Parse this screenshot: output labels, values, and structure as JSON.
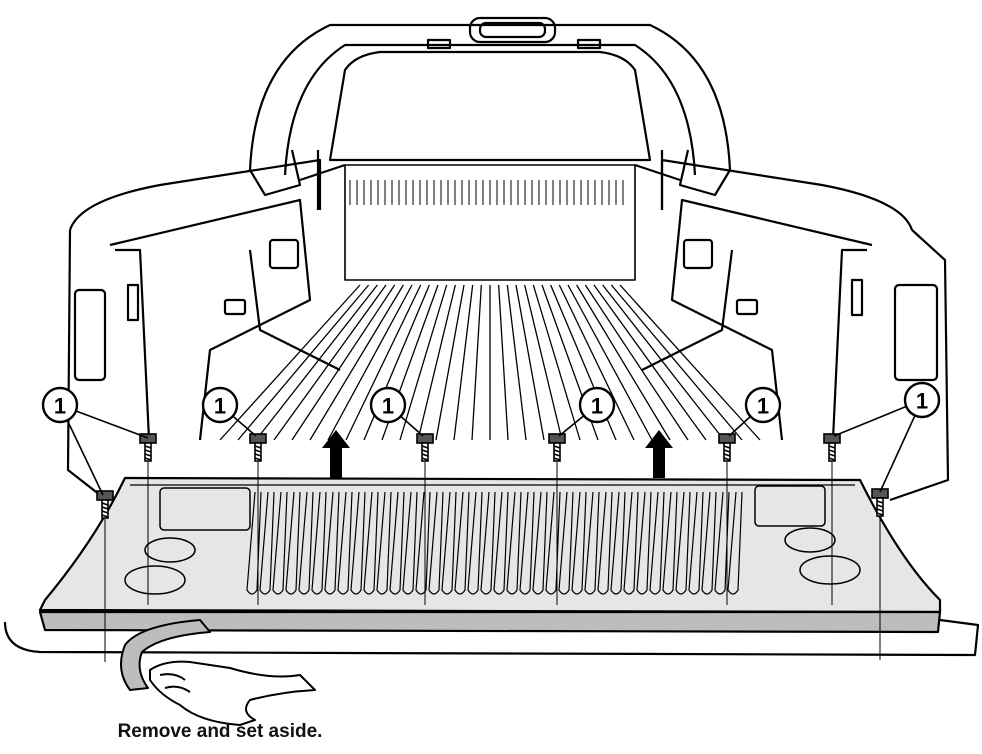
{
  "caption": "Remove and set aside.",
  "callouts": [
    {
      "id": "left-outer",
      "number": "1"
    },
    {
      "id": "left-inner",
      "number": "1"
    },
    {
      "id": "center-left",
      "number": "1"
    },
    {
      "id": "center-right",
      "number": "1"
    },
    {
      "id": "right-inner",
      "number": "1"
    },
    {
      "id": "right-outer",
      "number": "1"
    }
  ],
  "colors": {
    "line": "#000000",
    "liner_fill": "#e6e6e6",
    "seal_strip": "#bdbdbd",
    "background": "#ffffff"
  }
}
